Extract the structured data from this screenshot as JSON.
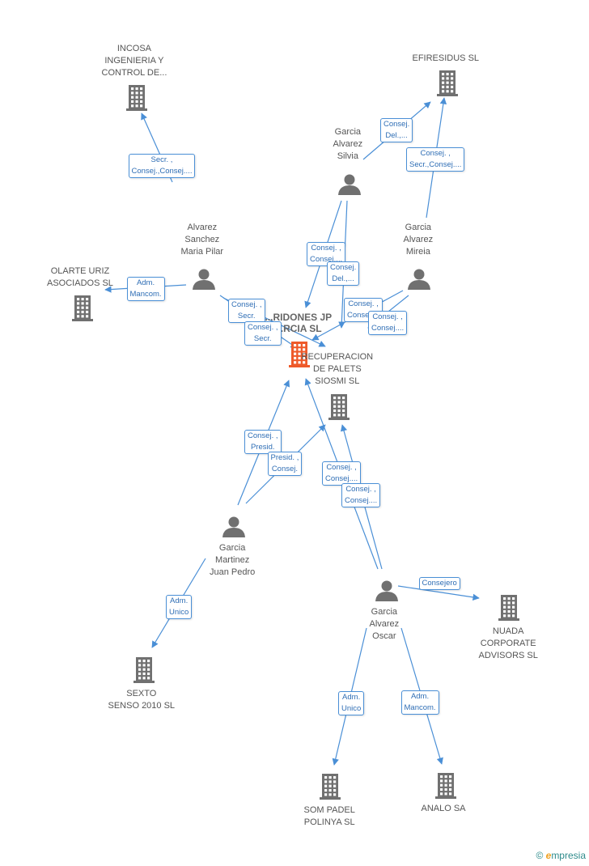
{
  "colors": {
    "edge": "#4a8fd6",
    "building": "#707070",
    "building_highlight": "#ee5a2a",
    "person": "#707070"
  },
  "nodes": [
    {
      "id": "incosa",
      "type": "company",
      "lines": [
        "INCOSA",
        "INGENIERIA Y",
        "CONTROL DE..."
      ]
    },
    {
      "id": "efiresidus",
      "type": "company",
      "lines": [
        "EFIRESIDUS  SL"
      ]
    },
    {
      "id": "olarte",
      "type": "company",
      "lines": [
        "OLARTE URIZ",
        "ASOCIADOS SL"
      ]
    },
    {
      "id": "center",
      "type": "company-main",
      "lines": [
        "...RIDONES JP",
        "...RCIA SL"
      ]
    },
    {
      "id": "recuperacion",
      "type": "company",
      "lines": [
        "RECUPERACION",
        "DE PALETS",
        "SIOSMI SL"
      ]
    },
    {
      "id": "nuada",
      "type": "company",
      "lines": [
        "NUADA",
        "CORPORATE",
        "ADVISORS  SL"
      ]
    },
    {
      "id": "sexto",
      "type": "company",
      "lines": [
        "SEXTO",
        "SENSO 2010 SL"
      ]
    },
    {
      "id": "sompadel",
      "type": "company",
      "lines": [
        "SOM PADEL",
        "POLINYA SL"
      ]
    },
    {
      "id": "analo",
      "type": "company",
      "lines": [
        "ANALO SA"
      ]
    },
    {
      "id": "silvia",
      "type": "person",
      "lines": [
        "Garcia",
        "Alvarez",
        "Silvia"
      ]
    },
    {
      "id": "pilar",
      "type": "person",
      "lines": [
        "Alvarez",
        "Sanchez",
        "Maria Pilar"
      ]
    },
    {
      "id": "mireia",
      "type": "person",
      "lines": [
        "Garcia",
        "Alvarez",
        "Mireia"
      ]
    },
    {
      "id": "juanpedro",
      "type": "person",
      "lines": [
        "Garcia",
        "Martinez",
        "Juan Pedro"
      ]
    },
    {
      "id": "oscar",
      "type": "person",
      "lines": [
        "Garcia",
        "Alvarez",
        "Oscar"
      ]
    }
  ],
  "edges": [
    {
      "id": "pilar-incosa",
      "lines": [
        "Secr. ,",
        "Consej.,Consej...."
      ]
    },
    {
      "id": "silvia-efiresidus",
      "lines": [
        "Consej.",
        "Del.,..."
      ]
    },
    {
      "id": "mireia-efiresidus",
      "lines": [
        "Consej. ,",
        "Secr.,Consej...."
      ]
    },
    {
      "id": "pilar-olarte",
      "lines": [
        "Adm.",
        "Mancom."
      ]
    },
    {
      "id": "silvia-center",
      "lines": [
        "Consej. ,",
        "Consej...."
      ]
    },
    {
      "id": "silvia-recuperacion",
      "lines": [
        "Consej.",
        "Del.,..."
      ]
    },
    {
      "id": "pilar-center",
      "lines": [
        "Consej. ,",
        "Secr."
      ]
    },
    {
      "id": "pilar-recuperacion",
      "lines": [
        "Consej. ,",
        "Secr."
      ]
    },
    {
      "id": "mireia-center",
      "lines": [
        "Consej. ,",
        "Consej...."
      ]
    },
    {
      "id": "mireia-recuperacion",
      "lines": [
        "Consej. ,",
        "Consej...."
      ]
    },
    {
      "id": "juanpedro-center",
      "lines": [
        "Consej. ,",
        "Presid."
      ]
    },
    {
      "id": "juanpedro-recuperacion",
      "lines": [
        "Presid. ,",
        "Consej."
      ]
    },
    {
      "id": "oscar-center",
      "lines": [
        "Consej. ,",
        "Consej...."
      ]
    },
    {
      "id": "oscar-recuperacion",
      "lines": [
        "Consej. ,",
        "Consej...."
      ]
    },
    {
      "id": "oscar-nuada",
      "lines": [
        "Consejero"
      ]
    },
    {
      "id": "juanpedro-sexto",
      "lines": [
        "Adm.",
        "Unico"
      ]
    },
    {
      "id": "oscar-sompadel",
      "lines": [
        "Adm.",
        "Unico"
      ]
    },
    {
      "id": "oscar-analo",
      "lines": [
        "Adm.",
        "Mancom."
      ]
    }
  ],
  "brand": {
    "copyright": "©",
    "initial": "e",
    "rest": "mpresia"
  }
}
